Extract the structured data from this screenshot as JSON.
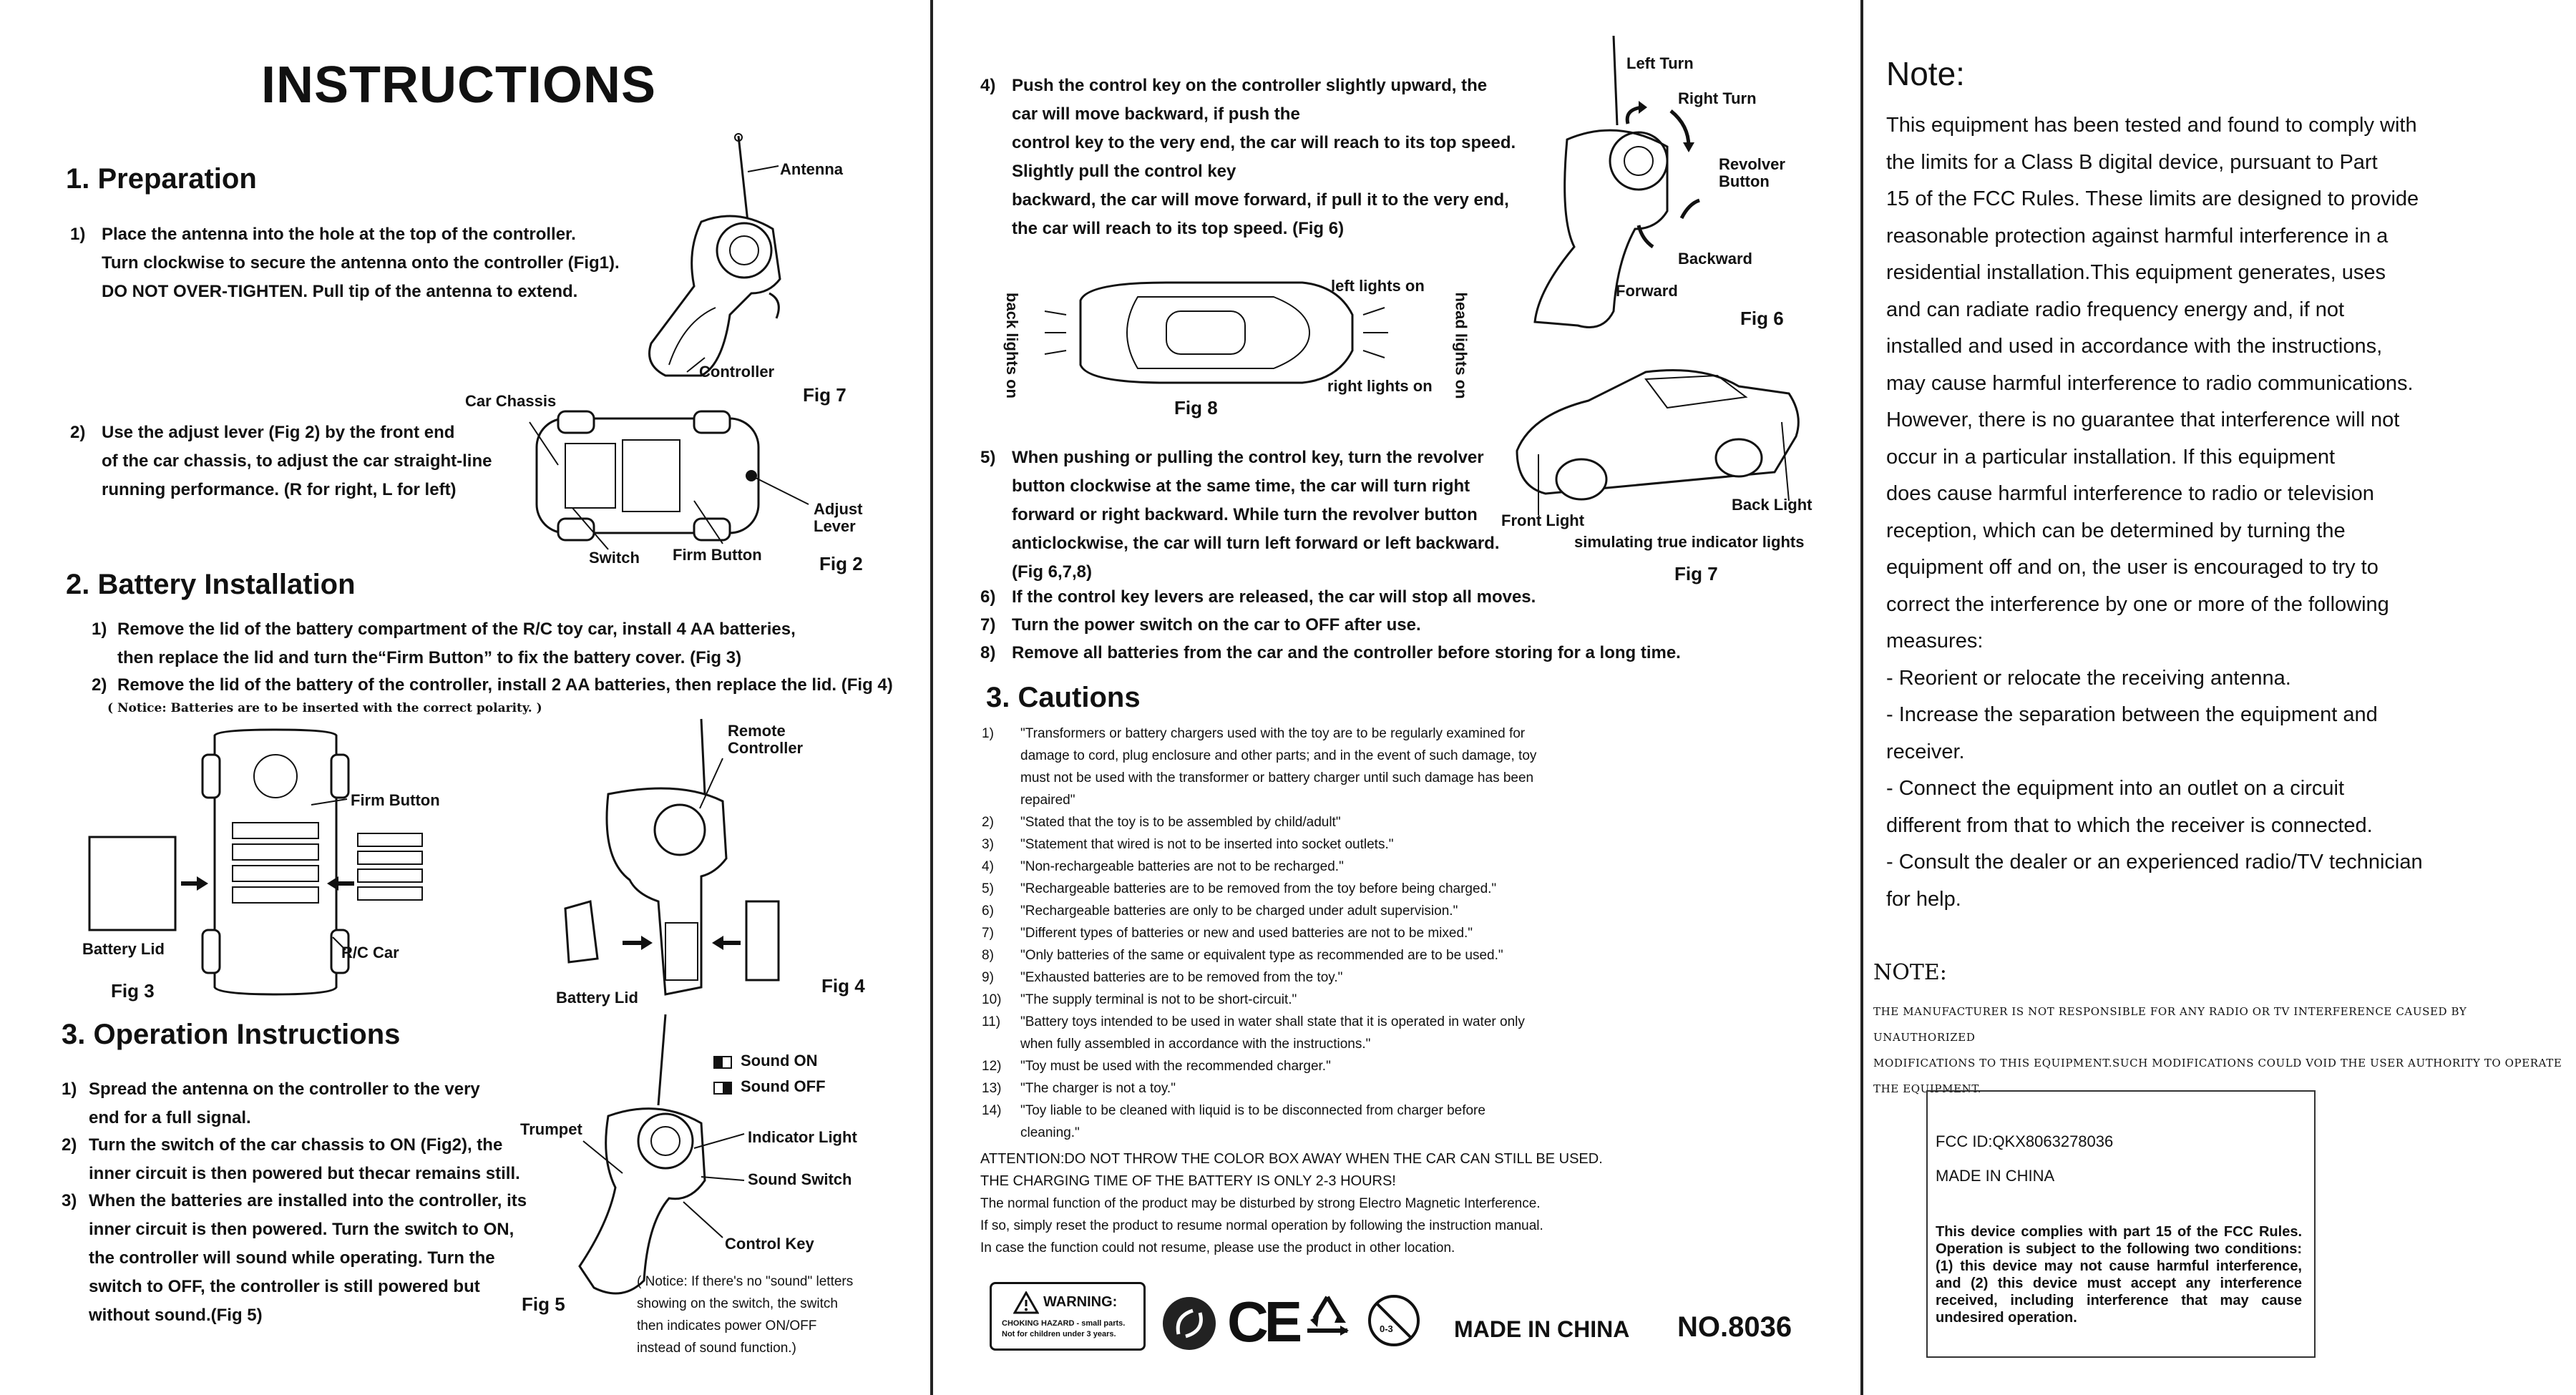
{
  "left": {
    "title": "INSTRUCTIONS",
    "sec1": {
      "heading": "1. Preparation",
      "items": [
        {
          "num": "1)",
          "text": "Place the antenna into the hole at the top of the controller.\nTurn clockwise to secure the  antenna onto the controller (Fig1).\nDO NOT OVER-TIGHTEN.  Pull tip of the antenna to extend."
        },
        {
          "num": "2)",
          "text": "Use  the  adjust  lever  (Fig 2)  by the front end\nof the car chassis,  to adjust the car straight-line\nrunning performance. (R for right, L for left)"
        }
      ],
      "labels": {
        "antenna": "Antenna",
        "controller": "Controller",
        "fig7": "Fig 7",
        "car_chassis": "Car Chassis",
        "adjust_lever": "Adjust\nLever",
        "switch": "Switch",
        "firm_button": "Firm Button",
        "fig2": "Fig 2"
      }
    },
    "sec2": {
      "heading": "2. Battery Installation",
      "items": [
        {
          "num": "1)",
          "text": "Remove the lid of the battery compartment of the R/C toy car, install 4 AA batteries,\nthen replace the lid and turn the“Firm Button” to fix the battery cover. (Fig 3)"
        },
        {
          "num": "2)",
          "text": "Remove the lid of the battery of the controller, install 2 AA batteries, then replace the lid. (Fig 4)"
        }
      ],
      "notice": "( Notice: Batteries are to be inserted with the correct polarity. )",
      "labels": {
        "firm_button": "Firm Button",
        "battery_lid": "Battery Lid",
        "rc_car": "R/C Car",
        "fig3": "Fig 3",
        "remote_controller": "Remote\nController",
        "battery_lid2": "Battery Lid",
        "fig4": "Fig 4"
      }
    },
    "sec3": {
      "heading": "3. Operation Instructions",
      "items": [
        {
          "num": "1)",
          "text": "Spread the antenna on the controller to the very\nend for a full signal."
        },
        {
          "num": "2)",
          "text": "Turn the switch of the car chassis to ON (Fig2), the\ninner circuit is  then powered but thecar remains still."
        },
        {
          "num": "3)",
          "text": "When the batteries are installed into the controller, its\ninner circuit is then powered. Turn the switch to ON,\nthe controller will sound while operating. Turn the\nswitch to OFF,  the controller is still powered but\nwithout sound.(Fig 5)"
        }
      ],
      "labels": {
        "sound_on": "Sound ON",
        "sound_off": "Sound OFF",
        "trumpet": "Trumpet",
        "indicator_light": "Indicator Light",
        "sound_switch": "Sound Switch",
        "control_key": "Control Key",
        "fig5": "Fig 5",
        "notice": "( Notice: If there's no \"sound\" letters\nshowing on the switch, the switch\nthen indicates power ON/OFF\ninstead of sound function.)"
      }
    }
  },
  "middle": {
    "items": [
      {
        "num": "4)",
        "text": "Push the control key on the controller slightly upward, the\ncar will move backward, if push the\ncontrol key to the very end, the car will reach to its top speed.\nSlightly pull the control key\nbackward, the car will move forward, if pull it to the very end,\nthe car will reach to its top speed. (Fig 6)"
      },
      {
        "num": "5)",
        "text": "When pushing or pulling the control key, turn the revolver\nbutton clockwise at the  same time, the car will turn right\nforward or right backward. While turn the revolver button\nanticlockwise,  the car will turn left  forward or left backward.\n(Fig 6,7,8)"
      },
      {
        "num": "6)",
        "text": "If the control key levers are released, the car will stop all moves."
      },
      {
        "num": "7)",
        "text": "Turn the power switch on the car to OFF after use."
      },
      {
        "num": "8)",
        "text": "Remove all batteries from the car and the controller before storing for a long time."
      }
    ],
    "labels": {
      "left_turn": "Left Turn",
      "right_turn": "Right Turn",
      "revolver_button": "Revolver\nButton",
      "backward": "Backward",
      "forward": "Forward",
      "fig6": "Fig 6",
      "back_lights_on": "back lights on",
      "left_lights_on": "left lights on",
      "right_lights_on": "right lights on",
      "head_lights_on": "head lights on",
      "fig8": "Fig 8",
      "front_light": "Front Light",
      "back_light": "Back Light",
      "simulating": "simulating true indicator lights",
      "fig7": "Fig 7"
    },
    "cautions_heading": "3. Cautions",
    "cautions": [
      {
        "num": "1)",
        "text": "\"Transformers or battery chargers used with the toy are to be regularly examined for\ndamage to cord, plug enclosure and other parts; and in the event of such damage, toy\nmust not be used with the transformer or battery charger until such damage has been\nrepaired\""
      },
      {
        "num": "2)",
        "text": "\"Stated that the toy is to be assembled by child/adult\""
      },
      {
        "num": "3)",
        "text": "\"Statement that wired is not to be inserted into socket outlets.\""
      },
      {
        "num": "4)",
        "text": "\"Non-rechargeable batteries are not to be recharged.\""
      },
      {
        "num": "5)",
        "text": "\"Rechargeable batteries are to be removed from the toy before being charged.\""
      },
      {
        "num": "6)",
        "text": "\"Rechargeable batteries are only to be charged under adult supervision.\""
      },
      {
        "num": "7)",
        "text": "\"Different types of batteries or new and used batteries are not to be mixed.\""
      },
      {
        "num": "8)",
        "text": "\"Only batteries of the same or equivalent type as recommended are to be used.\""
      },
      {
        "num": "9)",
        "text": "\"Exhausted batteries are to be removed from the toy.\""
      },
      {
        "num": "10)",
        "text": "\"The supply terminal is not to be short-circuit.\""
      },
      {
        "num": "11)",
        "text": "\"Battery toys intended to be used in water shall state that it is operated in water only\nwhen fully assembled in accordance with the instructions.\""
      },
      {
        "num": "12)",
        "text": "\"Toy must be used with the recommended charger.\""
      },
      {
        "num": "13)",
        "text": "\"The charger is not a toy.\""
      },
      {
        "num": "14)",
        "text": "\"Toy liable to be cleaned with liquid is to be disconnected from charger before\ncleaning.\""
      }
    ],
    "attention": [
      "ATTENTION:DO NOT THROW THE COLOR BOX AWAY WHEN THE CAR CAN STILL BE USED.",
      "THE CHARGING TIME OF THE BATTERY IS ONLY 2-3 HOURS!",
      "The normal function of the product may be disturbed by strong Electro Magnetic Interference.",
      "If so, simply reset the product to resume normal operation by following the instruction manual.",
      "In case the function could not resume, please use the product in other location."
    ],
    "warning_title": "WARNING:",
    "warning_text": "CHOKING HAZARD - small parts.\nNot for children under 3 years.",
    "ce": "CE",
    "age": "0-3",
    "made_in_china": "MADE IN CHINA",
    "model": "NO.8036"
  },
  "right": {
    "heading": "Note:",
    "fcc_text": "This equipment has been tested and found to comply with\nthe limits for a Class B digital device, pursuant to Part\n15 of the FCC Rules.  These limits are designed to provide\nreasonable protection against harmful interference in a\n residential installation.This equipment generates, uses\nand can radiate radio frequency energy and, if not\ninstalled and used in accordance with the instructions,\nmay cause harmful interference to radio communications.\nHowever, there is no guarantee that interference will not\noccur in a particular installation.  If this equipment\ndoes cause harmful interference to radio or television\nreception, which can be determined by turning the\nequipment off and on, the user is encouraged to try to\ncorrect the interference by one or more of the following\nmeasures:\n- Reorient or relocate the receiving antenna.\n- Increase the separation between the equipment and\n  receiver.\n- Connect the equipment into an outlet on a circuit\n  different from that to which the receiver is connected.\n- Consult the dealer or an experienced radio/TV technician\n  for help.",
    "note2_heading": "NOTE:",
    "note2_text": "THE MANUFACTURER IS NOT RESPONSIBLE FOR ANY RADIO OR TV INTERFERENCE CAUSED BY UNAUTHORIZED\nMODIFICATIONS TO THIS EQUIPMENT.SUCH MODIFICATIONS COULD VOID THE USER AUTHORITY TO OPERATE\nTHE EQUIPMENT.",
    "label_box": {
      "fcc_id": "FCC ID:QKX8063278036",
      "made_in": "MADE IN CHINA",
      "text": "This device complies with part 15 of the FCC Rules.  Operation is subject to the following two conditions: (1) this device may not cause harmful interference, and (2) this device must accept any interference received, including interference that may cause undesired operation."
    }
  }
}
